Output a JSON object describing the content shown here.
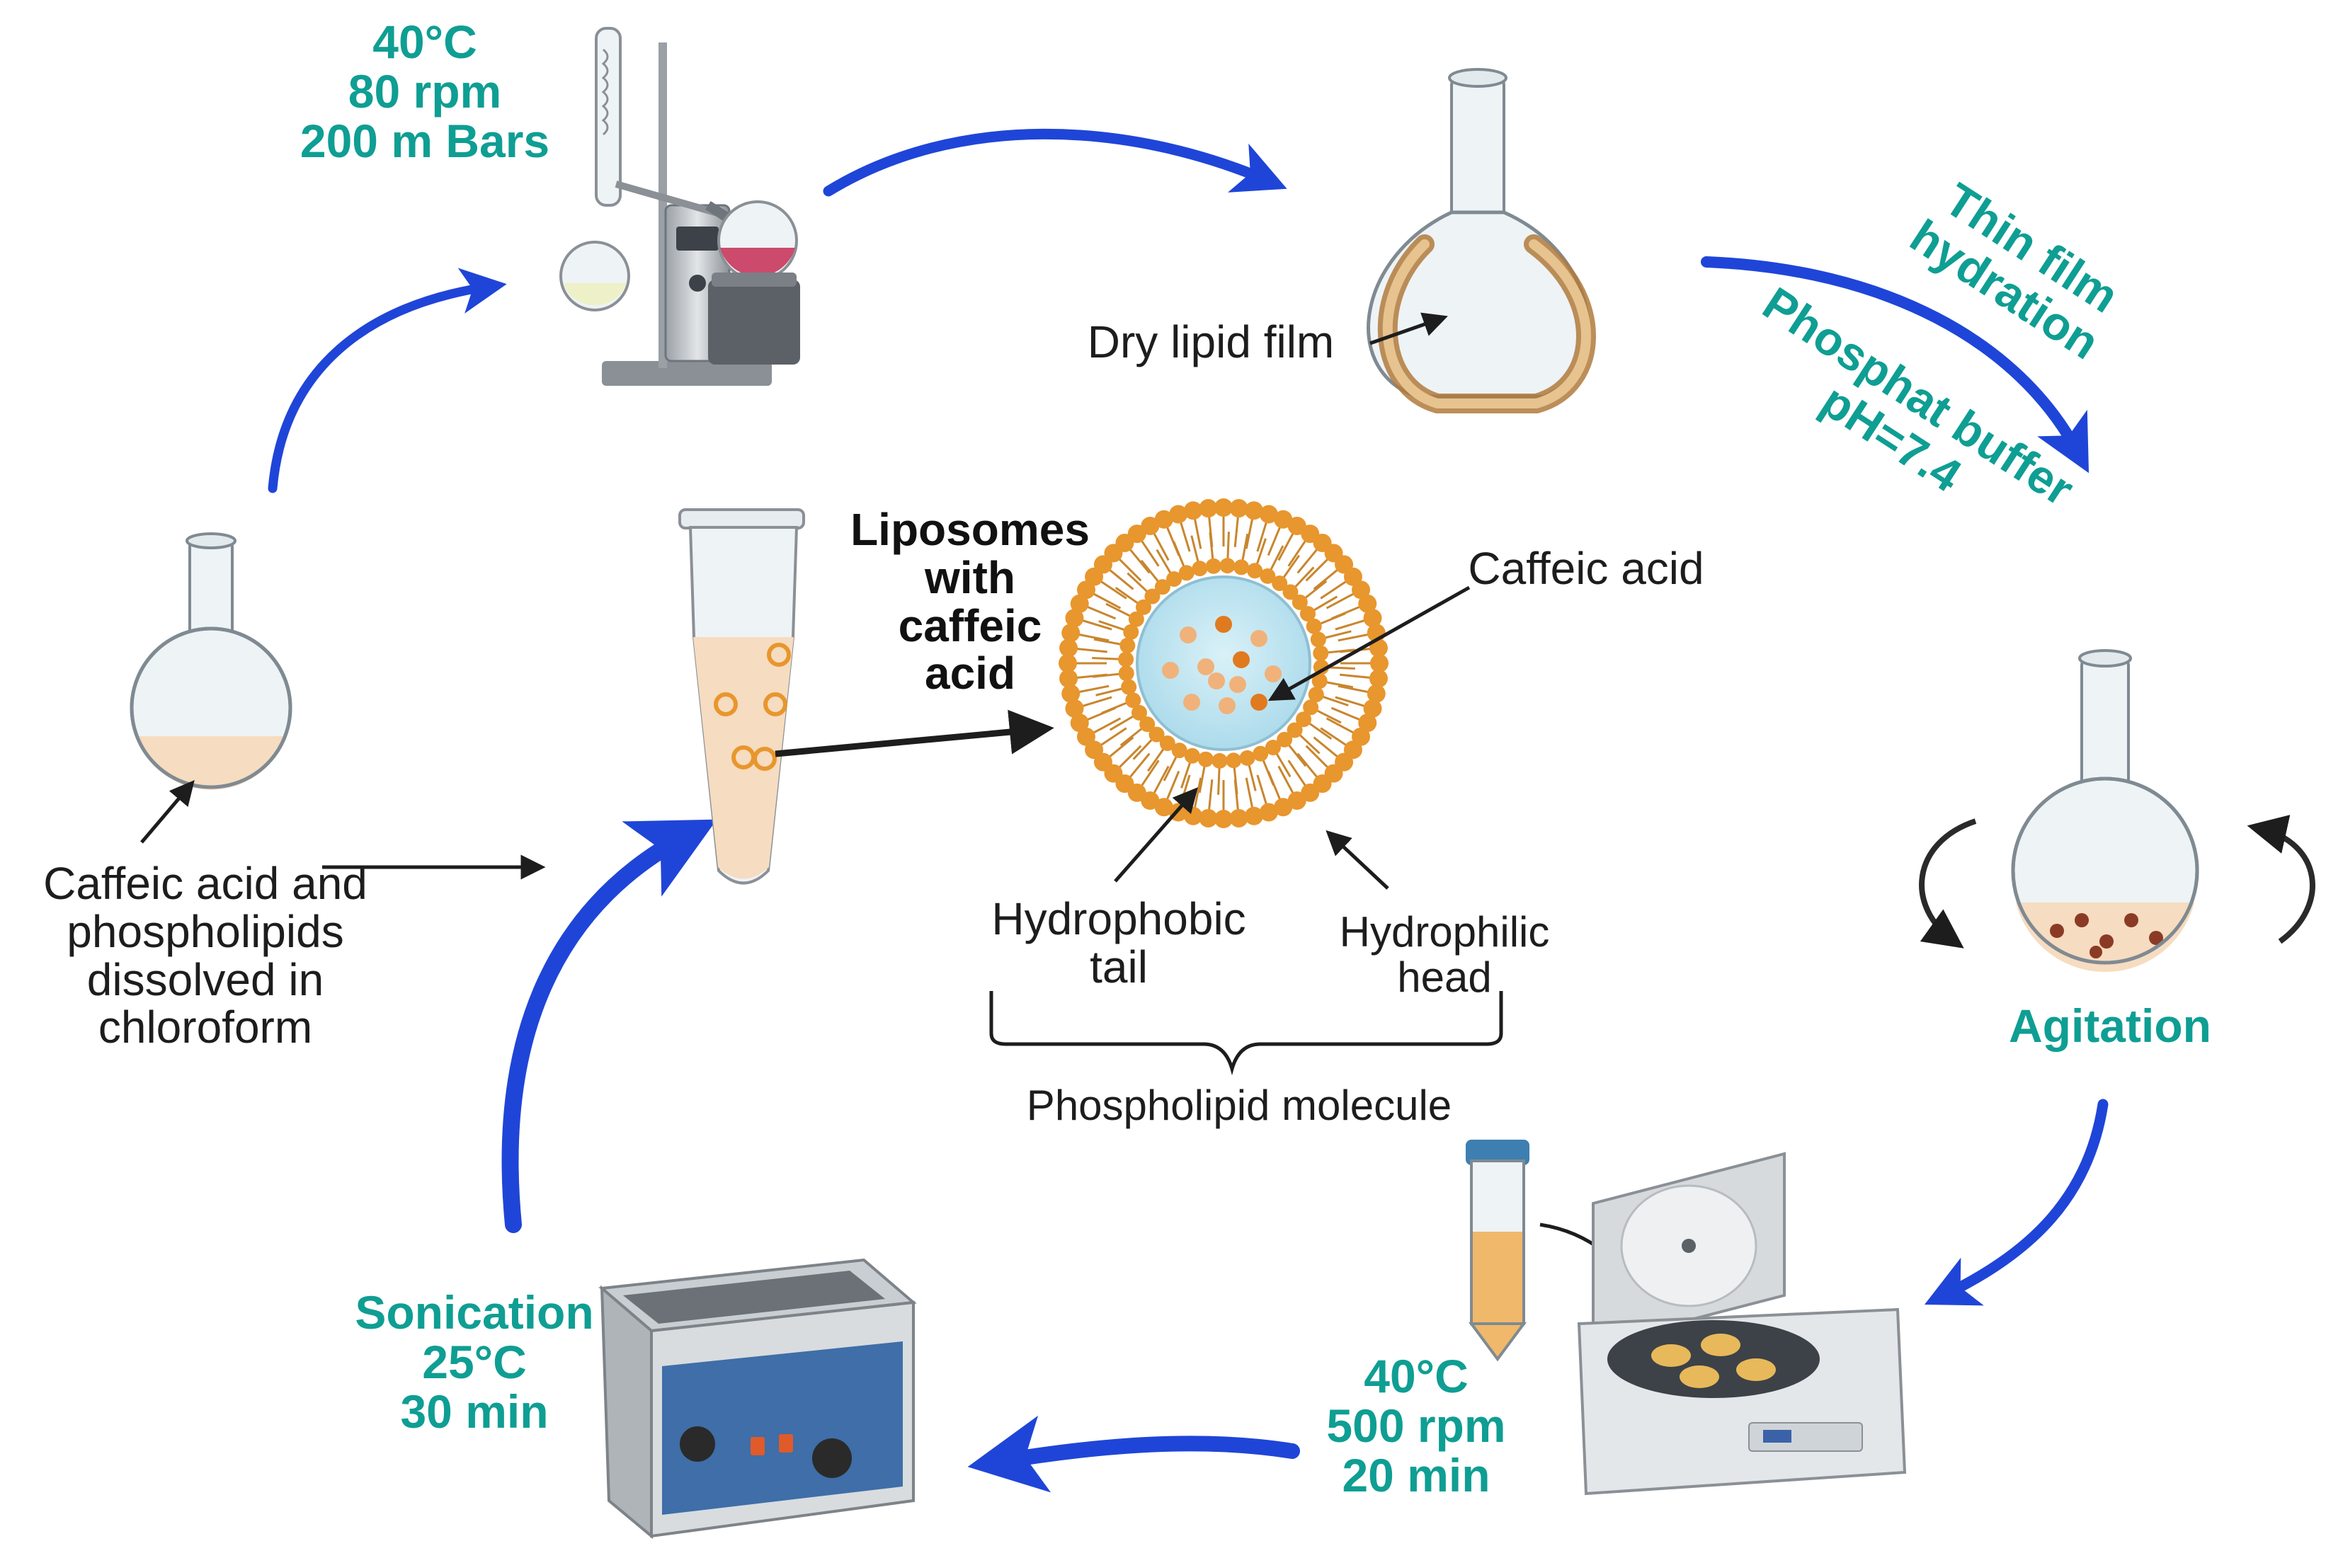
{
  "colors": {
    "accent_text": "#0f9e93",
    "arrow_blue": "#1f45d8",
    "liposome_head": "#e8962e",
    "liposome_core": "#bfe6f2",
    "solution": "#f6dcc0"
  },
  "steps": {
    "start": {
      "label": "Caffeic acid and\nphospholipids\ndissolved in\nchloroform",
      "icon": "round-bottom-flask-icon"
    },
    "rotavap": {
      "params": "40°C\n80 rpm\n200 m Bars",
      "icon": "rotary-evaporator-icon"
    },
    "dry_film": {
      "label": "Dry lipid film",
      "icon": "flask-with-lipid-film-icon"
    },
    "hydration": {
      "label_1": "Thin film\nhydration",
      "label_2": "Phosphat buffer\npH=7.4"
    },
    "agitation": {
      "label": "Agitation",
      "icon": "agitated-flask-icon"
    },
    "centrifuge": {
      "params": "40°C\n500 rpm\n20 min",
      "icon": "centrifuge-icon"
    },
    "sonication": {
      "params": "Sonication\n25°C\n30 min",
      "icon": "ultrasonic-bath-icon"
    }
  },
  "product": {
    "tube_label": "Liposomes\nwith\ncaffeic\nacid",
    "liposome": {
      "core_label": "Caffeic acid",
      "tail_label": "Hydrophobic\ntail",
      "head_label": "Hydrophilic\nhead",
      "molecule_label": "Phospholipid molecule"
    }
  }
}
